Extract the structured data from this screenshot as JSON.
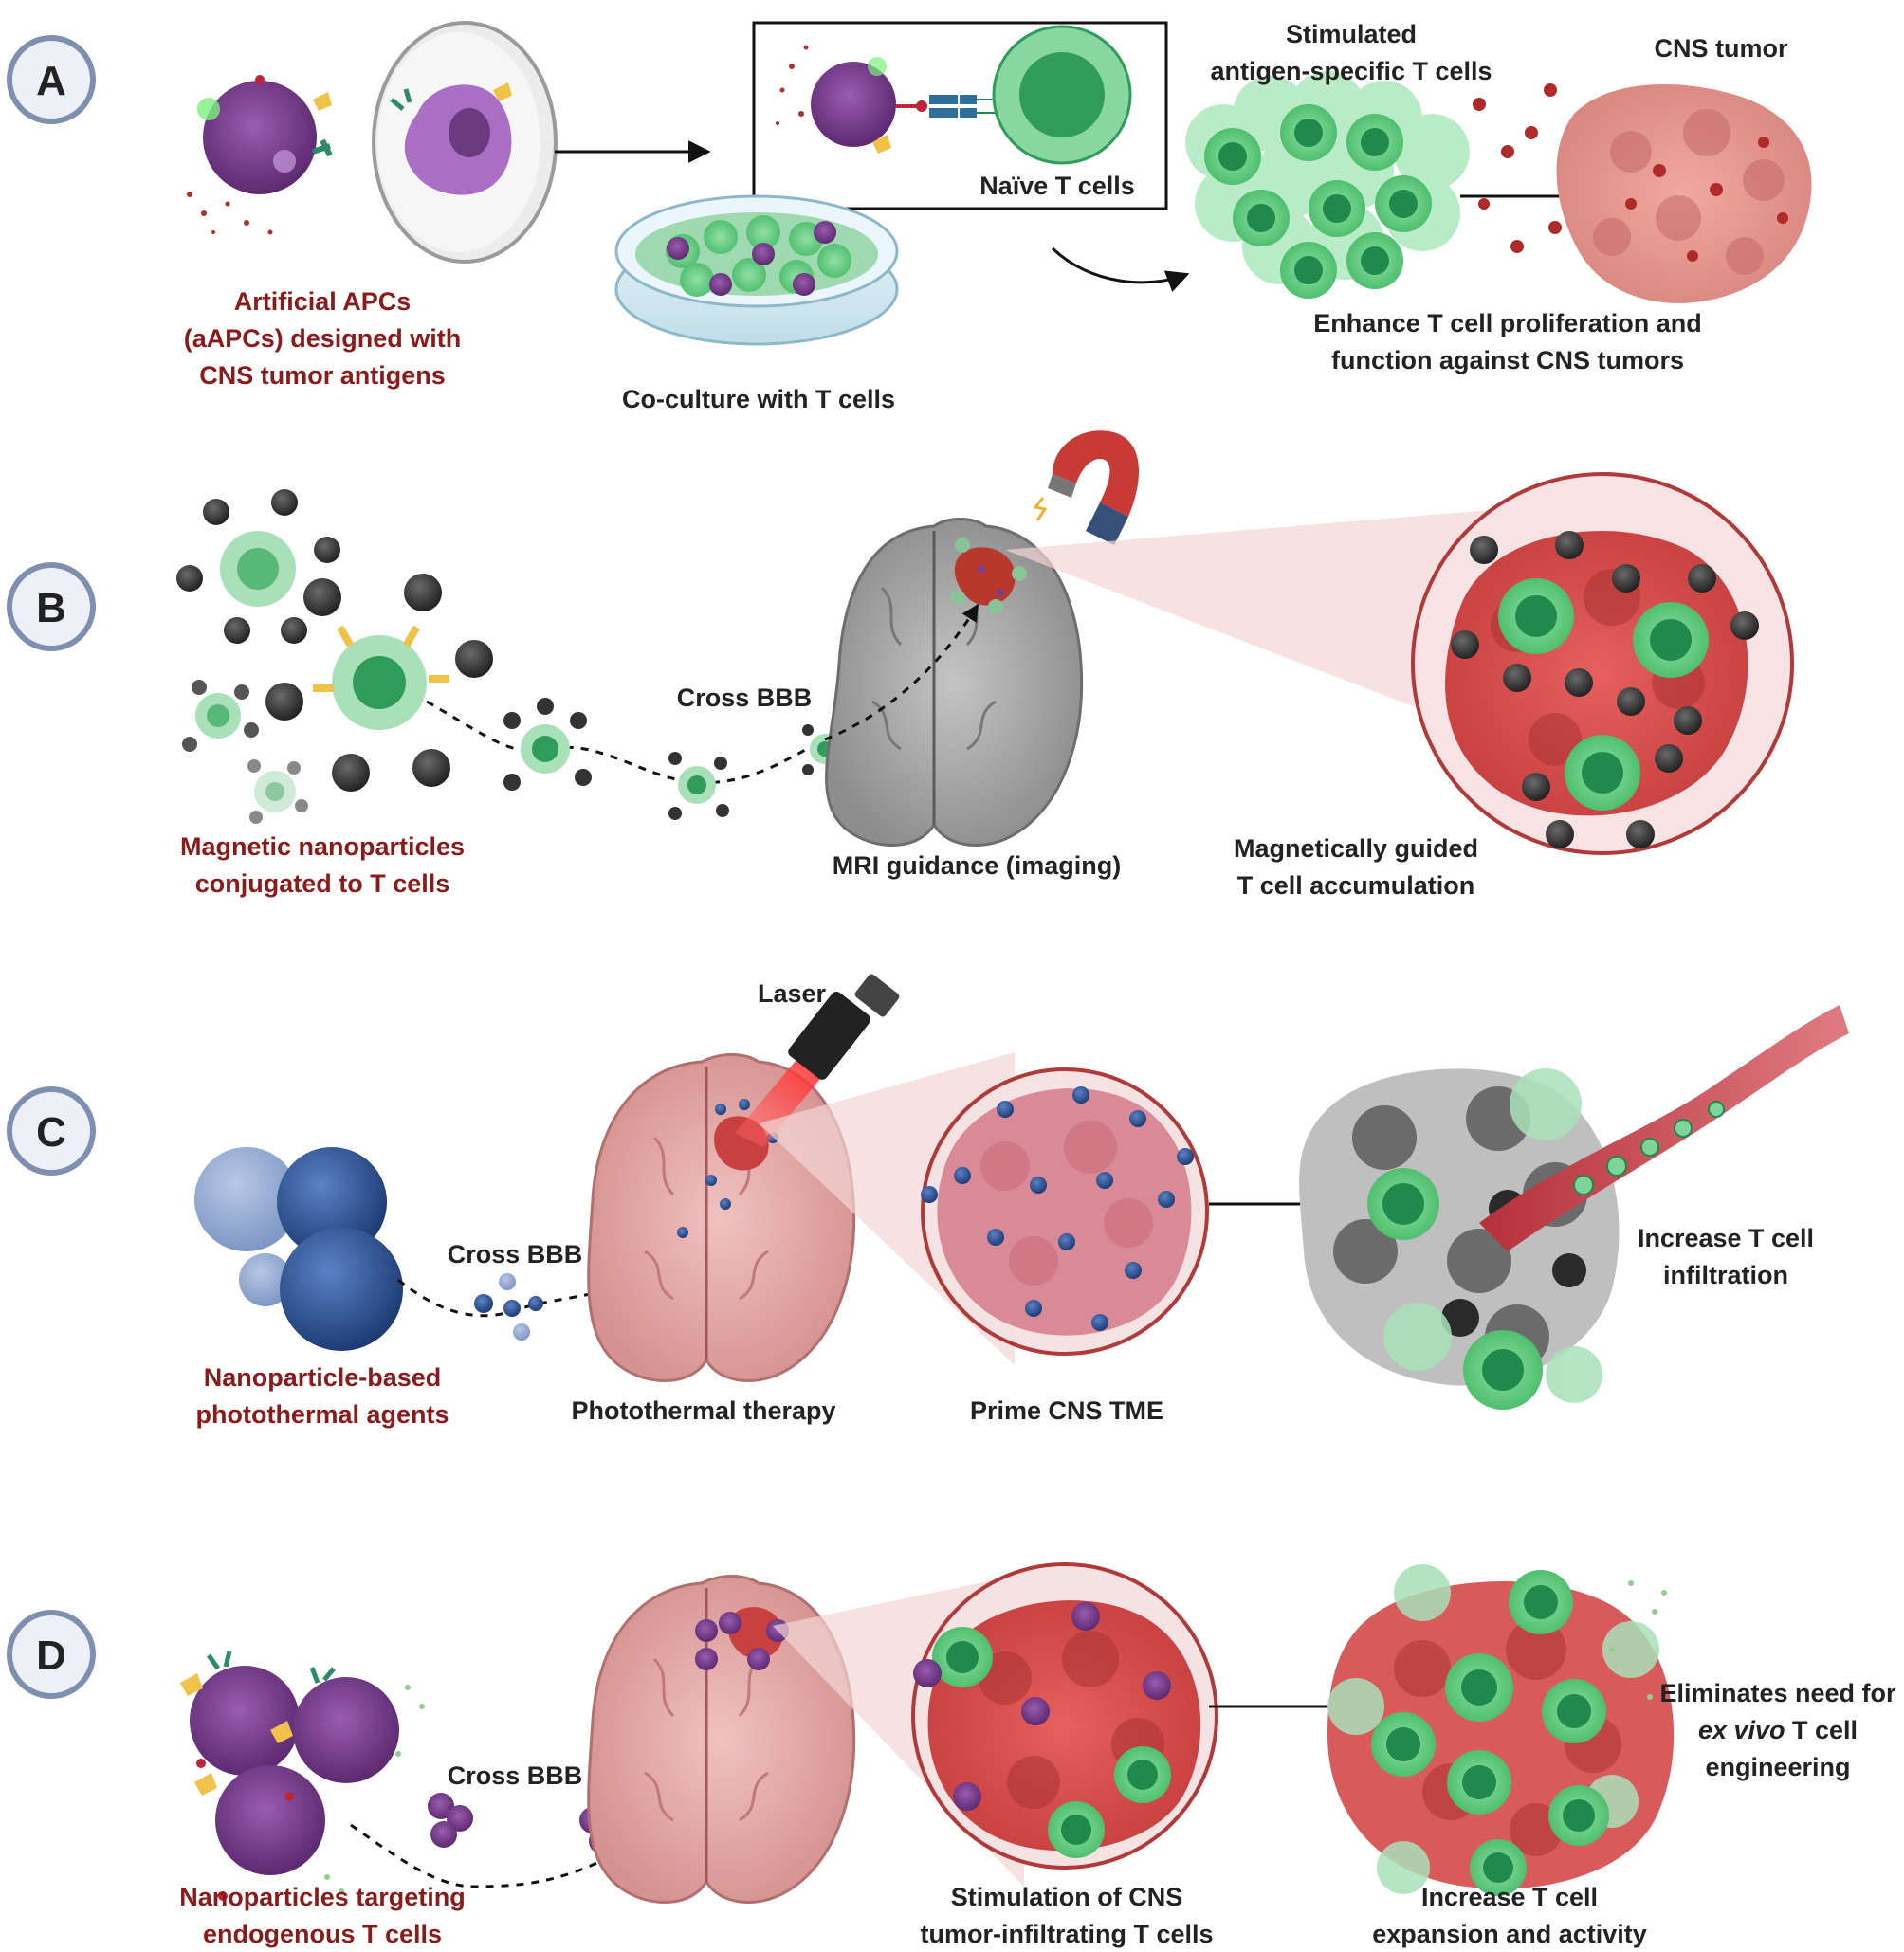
{
  "panels": {
    "A": {
      "letter": "A",
      "aapc_label": [
        "Artificial APCs",
        "(aAPCs) designed with",
        "CNS tumor antigens"
      ],
      "coculture_label": "Co-culture with T cells",
      "naive_label": "Naïve T cells",
      "stimulated_label": [
        "Stimulated",
        "antigen-specific T cells"
      ],
      "tumor_label": "CNS tumor",
      "enhance_label": [
        "Enhance T cell proliferation and",
        "function against CNS tumors"
      ]
    },
    "B": {
      "letter": "B",
      "magnetic_label": [
        "Magnetic nanoparticles",
        "conjugated to T cells"
      ],
      "cross_label": "Cross BBB",
      "mri_label": "MRI guidance (imaging)",
      "guided_label": [
        "Magnetically guided",
        "T cell accumulation"
      ]
    },
    "C": {
      "letter": "C",
      "laser_label": "Laser",
      "photo_agents_label": [
        "Nanoparticle-based",
        "photothermal agents"
      ],
      "cross_label": "Cross BBB",
      "therapy_label": "Photothermal therapy",
      "prime_label": "Prime CNS TME",
      "infiltration_label": [
        "Increase T cell",
        "infiltration"
      ]
    },
    "D": {
      "letter": "D",
      "targeting_label": [
        "Nanoparticles targeting",
        "endogenous T cells"
      ],
      "cross_label": "Cross BBB",
      "stimulation_label": [
        "Stimulation of CNS",
        "tumor-infiltrating T cells"
      ],
      "expansion_label": [
        "Increase T cell",
        "expansion and activity"
      ],
      "eliminates_label": [
        "Eliminates need for",
        "ex vivo",
        " T cell",
        "engineering"
      ]
    }
  },
  "colors": {
    "accent_red": "#8b1a1a",
    "tcell_green": "#5cc47a",
    "tcell_dark": "#1f8a4c",
    "aapc_purple": "#7a3e8e",
    "tumor_red": "#d9534f",
    "badge_ring": "#7f8fb0",
    "nanoparticle_blue": "#2b4f8f"
  }
}
